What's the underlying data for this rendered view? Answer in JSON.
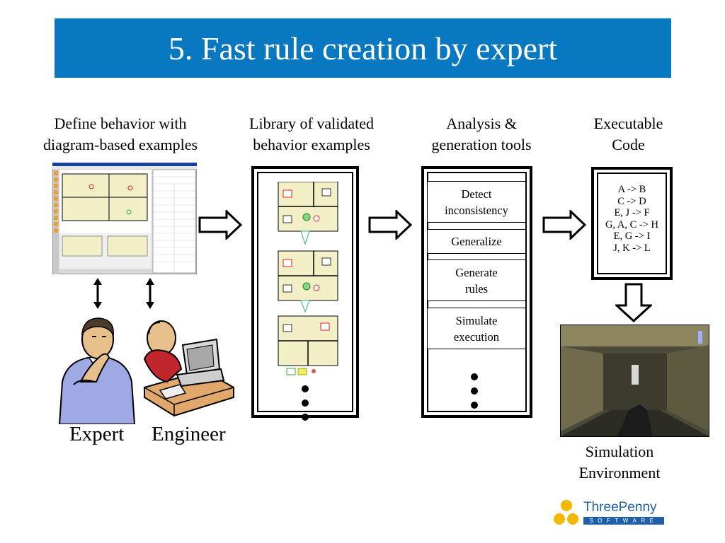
{
  "title": "5.  Fast rule creation by expert",
  "columns": {
    "define": {
      "line1": "Define behavior with",
      "line2": "diagram-based examples"
    },
    "library": {
      "line1": "Library of validated",
      "line2": "behavior examples"
    },
    "analysis": {
      "line1": "Analysis &",
      "line2": "generation tools"
    },
    "executable": {
      "line1": "Executable",
      "line2": "Code"
    }
  },
  "tools": [
    {
      "line1": "Detect",
      "line2": "inconsistency"
    },
    {
      "line1": "Generalize",
      "line2": ""
    },
    {
      "line1": "Generate",
      "line2": "rules"
    },
    {
      "line1": "Simulate",
      "line2": "execution"
    }
  ],
  "code_lines": [
    "A -> B",
    "C -> D",
    "E, J -> F",
    "G, A, C -> H",
    "E, G -> I",
    "J, K -> L"
  ],
  "people": {
    "expert": "Expert",
    "engineer": "Engineer"
  },
  "simulation": {
    "line1": "Simulation",
    "line2": "Environment"
  },
  "logo": {
    "name": "ThreePenny",
    "sub": "SOFTWARE"
  },
  "colors": {
    "title_bg": "#0878c0",
    "diagram_panel": "#f3f0c8",
    "logo_dot": "#f5b800",
    "logo_blue": "#1f5fa8"
  }
}
